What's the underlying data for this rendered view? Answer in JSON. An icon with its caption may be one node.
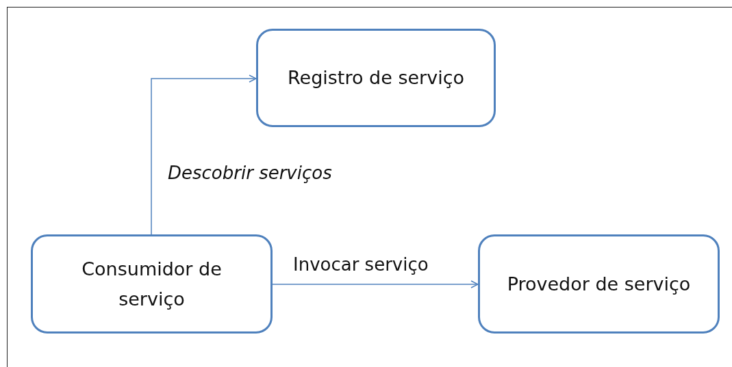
{
  "diagram": {
    "nodes": [
      {
        "text": [
          "Registro de serviço"
        ]
      },
      {
        "text": [
          "Consumidor de serviço"
        ]
      },
      {
        "text": [
          "Provedor de serviço"
        ]
      }
    ],
    "edges": [
      {
        "from": 1,
        "to": 0,
        "arrow": "to",
        "label": "Descobrir serviços"
      },
      {
        "from": 1,
        "to": 2,
        "arrow": "to",
        "label": "Invocar serviço"
      }
    ]
  }
}
